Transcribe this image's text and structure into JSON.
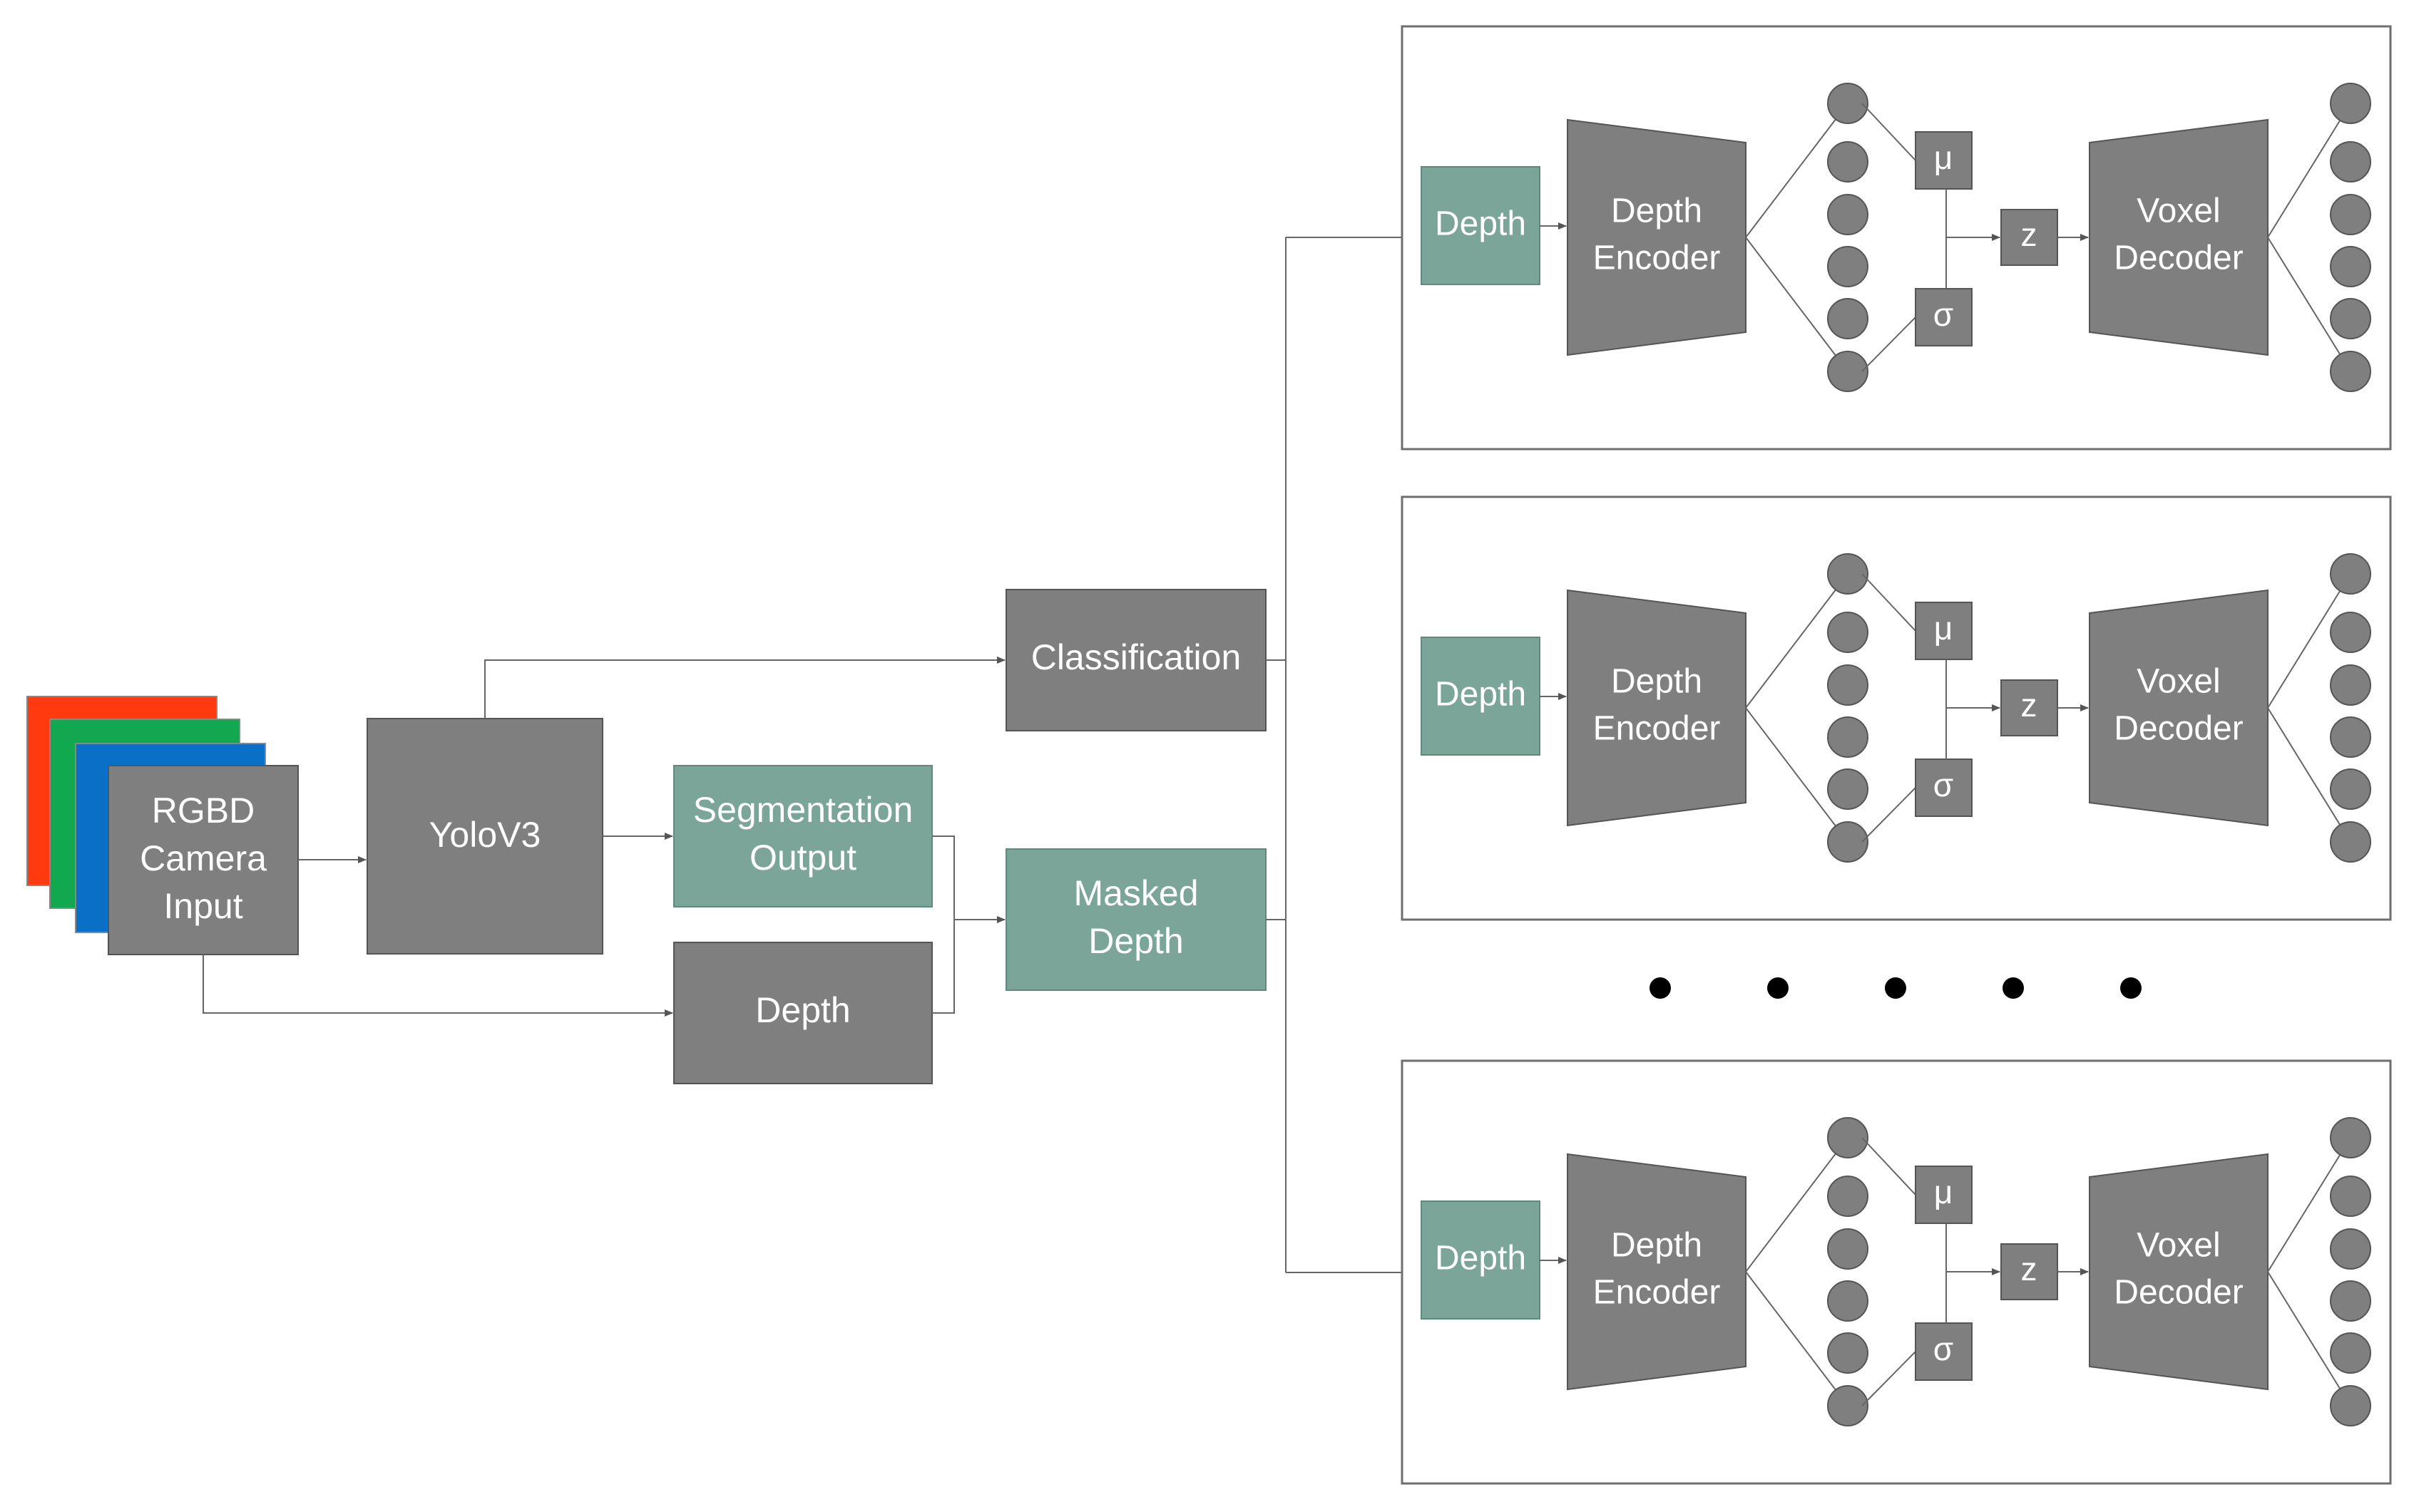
{
  "colors": {
    "gray_block": "#7f7f7f",
    "teal_block": "#7aa598",
    "line": "#666666",
    "panel_border": "#6f6f6f",
    "ellipsis_dot": "#000000",
    "camera_red": "#ff3a0e",
    "camera_green": "#12a84f",
    "camera_blue": "#0a6fc7"
  },
  "input": {
    "label_line1": "RGBD",
    "label_line2": "Camera",
    "label_line3": "Input"
  },
  "yolo": {
    "label": "YoloV3"
  },
  "segmentation": {
    "label_line1": "Segmentation",
    "label_line2": "Output"
  },
  "depth_block": {
    "label": "Depth"
  },
  "classification": {
    "label": "Classification"
  },
  "masked_depth": {
    "label_line1": "Masked",
    "label_line2": "Depth"
  },
  "panel": {
    "depth_input_label": "Depth",
    "encoder_line1": "Depth",
    "encoder_line2": "Encoder",
    "mu_label": "μ",
    "sigma_label": "σ",
    "z_label": "z",
    "decoder_line1": "Voxel",
    "decoder_line2": "Decoder"
  },
  "panel_count": 3,
  "ellipsis_dots": 5
}
